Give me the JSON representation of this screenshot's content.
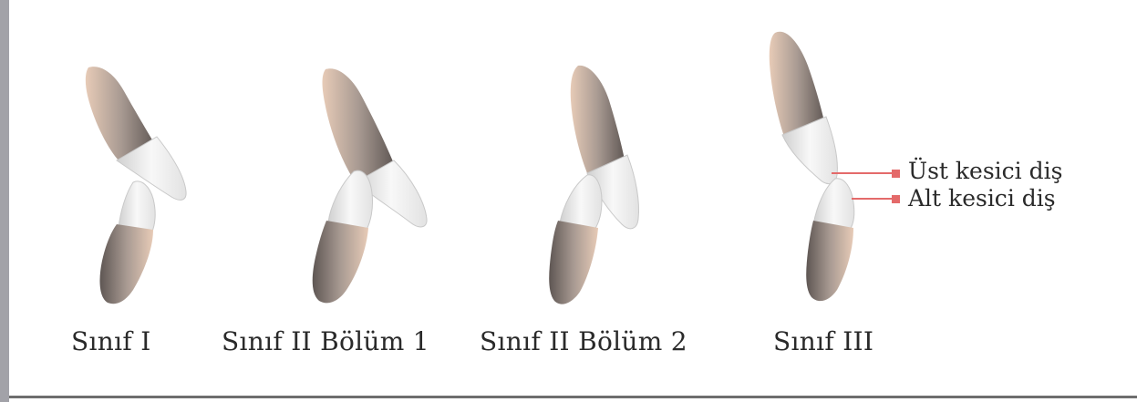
{
  "captions": {
    "class_1": "Sınıf I",
    "class_2_div_1": "Sınıf II Bölüm 1",
    "class_2_div_2": "Sınıf II Bölüm 2",
    "class_3": "Sınıf III"
  },
  "labels": {
    "upper_incisor": "Üst kesici diş",
    "lower_incisor": "Alt kesici diş"
  },
  "colors": {
    "leader_line": "#e46a6a",
    "root_dark": "#6b625f",
    "root_light": "#e3c6b3",
    "crown": "#f2f2f2",
    "crown_shadow": "#d2d2d2"
  }
}
